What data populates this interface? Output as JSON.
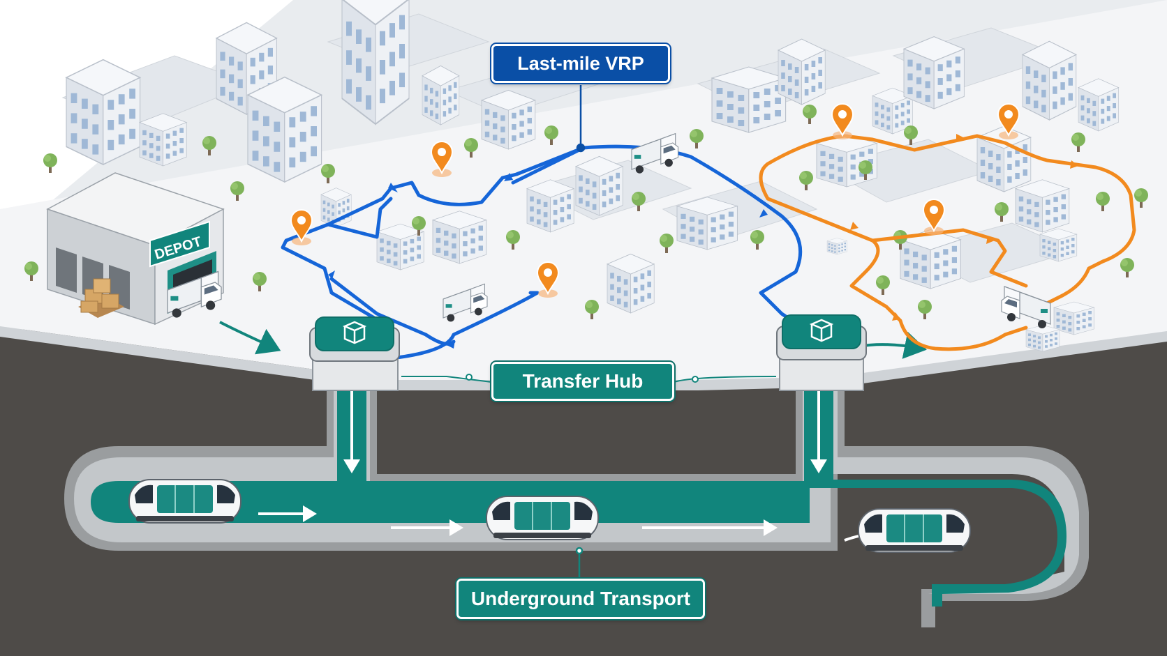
{
  "labels": {
    "last_mile_vrp": "Last-mile VRP",
    "transfer_hub": "Transfer Hub",
    "underground_transport": "Underground Transport",
    "depot_sign": "DEPOT"
  },
  "colors": {
    "blue_route": "#1565d8",
    "orange_route": "#f28a1e",
    "teal_transport": "#11857c",
    "vrp_callout": "#0a4fa6",
    "ground_fill": "#4e4b48",
    "street_fill": "#f4f5f7"
  },
  "icons": {
    "hub_icon": "package-box-icon",
    "delivery_marker": "map-pin-icon",
    "vehicle": "delivery-van-icon",
    "pod": "transport-pod-icon"
  }
}
